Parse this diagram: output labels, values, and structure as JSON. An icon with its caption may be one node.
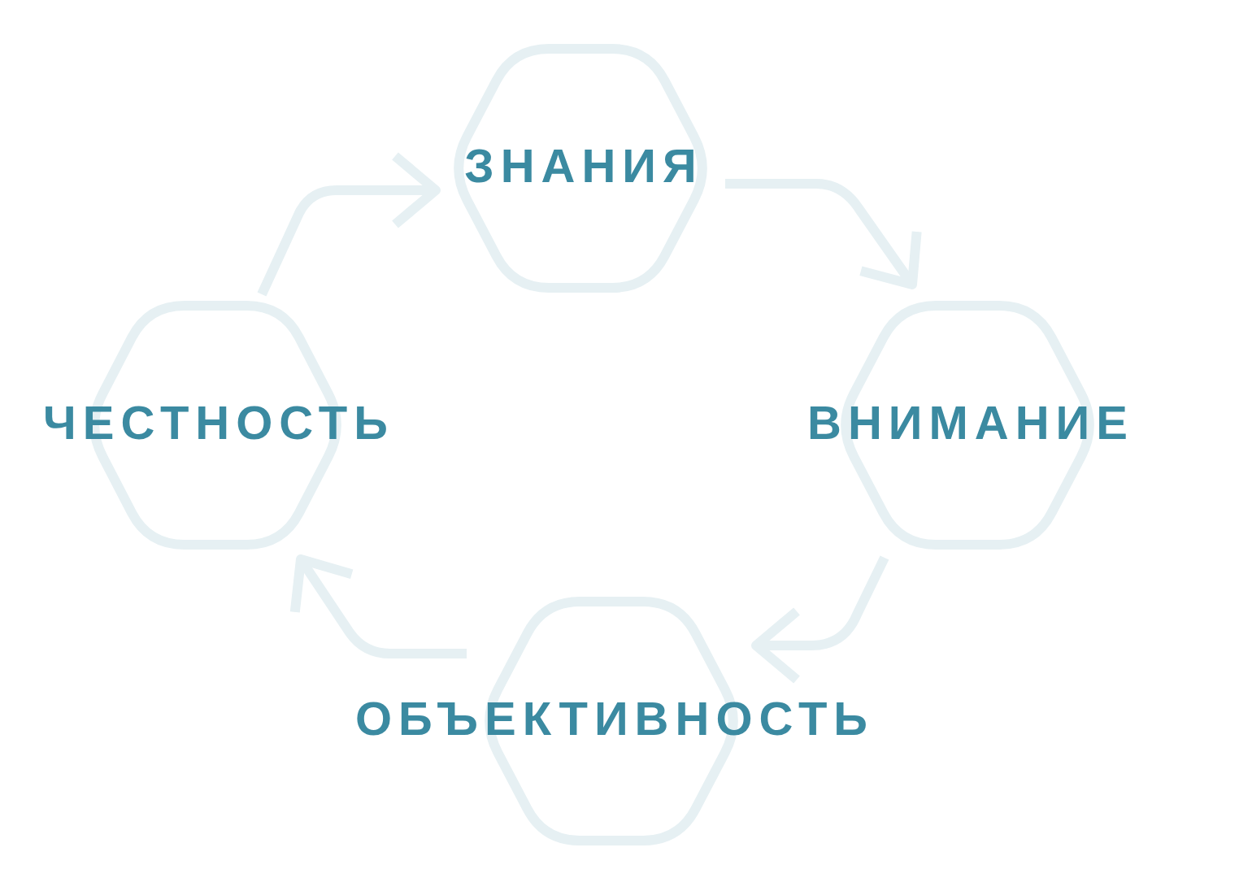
{
  "diagram": {
    "nodes": [
      {
        "text": [
          "ЗНАНИЯ"
        ]
      },
      {
        "text": [
          "ЧЕСТНОСТЬ"
        ]
      },
      {
        "text": [
          "ВНИМАНИЕ"
        ]
      },
      {
        "text": [
          "ОБЪЕКТИВНОСТЬ"
        ]
      }
    ],
    "edges": [
      {
        "from": 1,
        "to": 0,
        "arrow": "to"
      },
      {
        "from": 0,
        "to": 2,
        "arrow": "to"
      },
      {
        "from": 2,
        "to": 3,
        "arrow": "to"
      },
      {
        "from": 3,
        "to": 1,
        "arrow": "to"
      }
    ]
  }
}
